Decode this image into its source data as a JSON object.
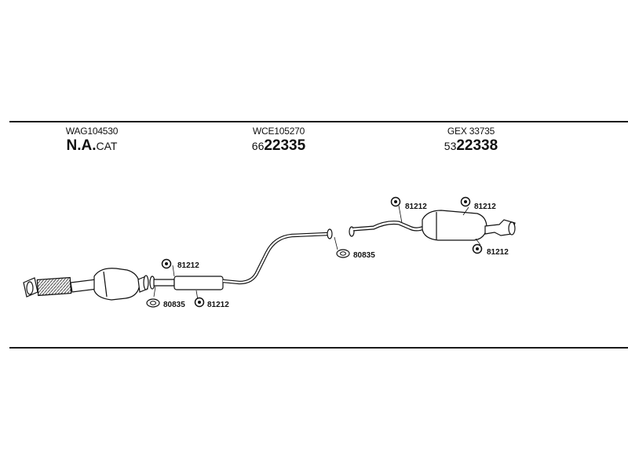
{
  "sections": [
    {
      "code": "WAG104530",
      "part_prefix": "",
      "part_main": "N.A.",
      "part_suffix": "CAT"
    },
    {
      "code": "WCE105270",
      "part_prefix": "66",
      "part_main": "22335",
      "part_suffix": ""
    },
    {
      "code": "GEX 33735",
      "part_prefix": "53",
      "part_main": "22338",
      "part_suffix": ""
    }
  ],
  "callouts": {
    "clamp_1": "81212",
    "clamp_2": "81212",
    "clamp_3": "81212",
    "clamp_4": "81212",
    "clamp_5": "81212",
    "gasket_1": "80835",
    "gasket_2": "80835"
  },
  "icons": {
    "rubber_mount": "rubber-mount-icon",
    "gasket": "gasket-icon"
  }
}
